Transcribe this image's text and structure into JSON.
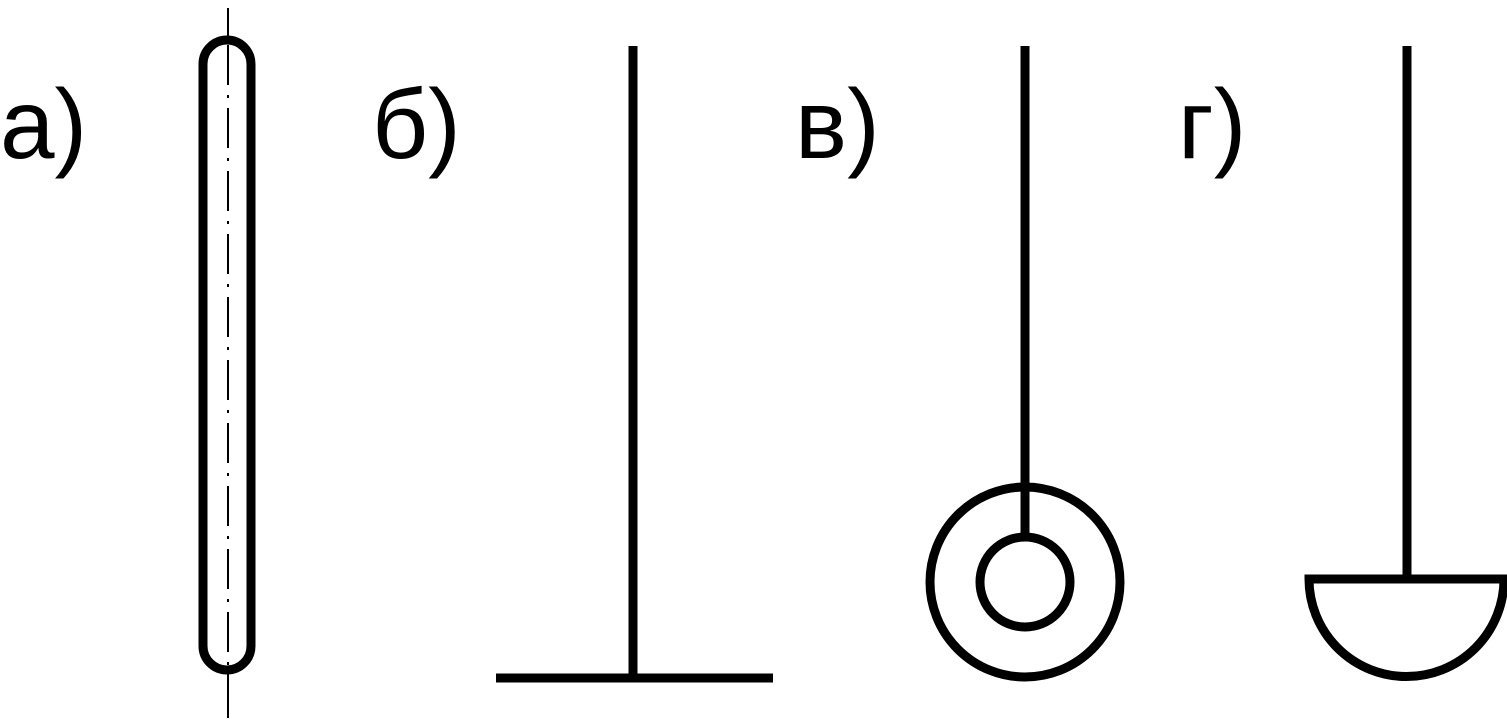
{
  "figures": [
    {
      "id": "a",
      "label": "а)"
    },
    {
      "id": "b",
      "label": "б)"
    },
    {
      "id": "v",
      "label": "в)"
    },
    {
      "id": "g",
      "label": "г)"
    }
  ],
  "colors": {
    "stroke": "#000000",
    "background": "#ffffff"
  }
}
